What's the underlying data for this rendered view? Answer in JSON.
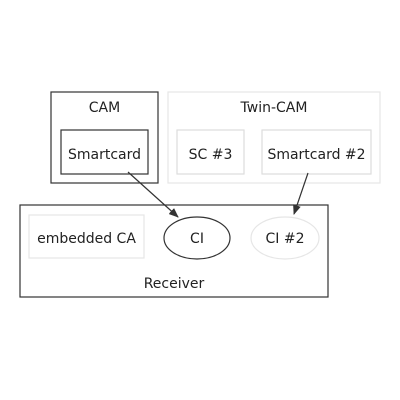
{
  "colors": {
    "background": "#ffffff",
    "stroke": "#333333",
    "faint_stroke": "#e6e6e6",
    "faint_inner_stroke": "#dddddd",
    "text": "#222222",
    "faint_text": "#333333"
  },
  "diagram": {
    "cam": {
      "title": "CAM",
      "smartcard": "Smartcard"
    },
    "twin_cam": {
      "title": "Twin-CAM",
      "sc3": "SC #3",
      "smartcard2": "Smartcard #2"
    },
    "receiver": {
      "title": "Receiver",
      "embedded_ca": "embedded CA",
      "ci": "CI",
      "ci2": "CI #2"
    }
  }
}
